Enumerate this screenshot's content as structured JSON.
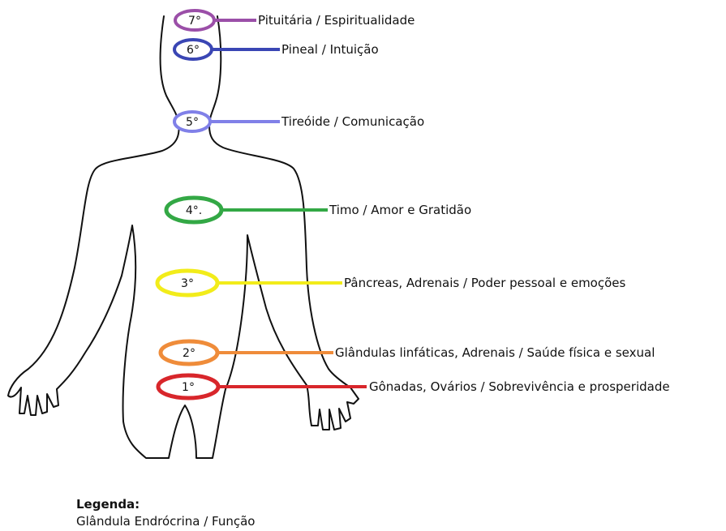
{
  "chakras": [
    {
      "number": "7°",
      "label": "Pituitária / Espiritualidade",
      "color": "#9b4fa8"
    },
    {
      "number": "6°",
      "label": "Pineal / Intuição",
      "color": "#3a46b4"
    },
    {
      "number": "5°",
      "label": "Tireóide / Comunicação",
      "color": "#8080e8"
    },
    {
      "number": "4°.",
      "label": "Timo / Amor e Gratidão",
      "color": "#33a845"
    },
    {
      "number": "3°",
      "label": "Pâncreas, Adrenais / Poder pessoal e emoções",
      "color": "#f2ec1a"
    },
    {
      "number": "2°",
      "label": "Glândulas linfáticas, Adrenais / Saúde física e sexual",
      "color": "#ef8c3a"
    },
    {
      "number": "1°",
      "label": "Gônadas, Ovários / Sobrevivência e prosperidade",
      "color": "#d8262b"
    }
  ],
  "legend": {
    "title": "Legenda:",
    "text": "Glândula Endrócrina / Função"
  }
}
